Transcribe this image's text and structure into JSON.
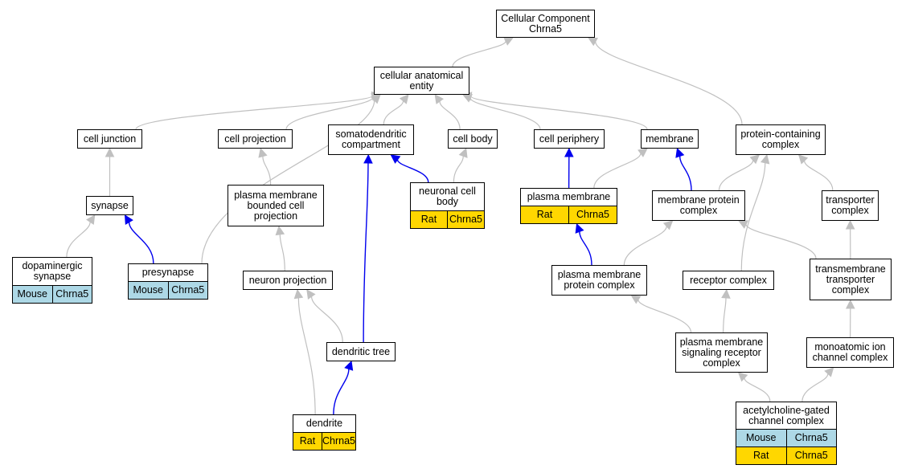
{
  "colors": {
    "node_border": "#000000",
    "edge_gray": "#c0c0c0",
    "edge_blue": "#0000ee",
    "mouse_fill": "#add8e6",
    "rat_fill": "#ffd700"
  },
  "nodes": {
    "root": {
      "label": "Cellular Component\nChrna5"
    },
    "cae": {
      "label": "cellular anatomical\nentity"
    },
    "cell_junction": {
      "label": "cell junction"
    },
    "cell_projection": {
      "label": "cell projection"
    },
    "somatodendritic": {
      "label": "somatodendritic\ncompartment"
    },
    "cell_body": {
      "label": "cell body"
    },
    "cell_periphery": {
      "label": "cell periphery"
    },
    "membrane": {
      "label": "membrane"
    },
    "protein_containing": {
      "label": "protein-containing\ncomplex"
    },
    "synapse": {
      "label": "synapse"
    },
    "pm_bounded": {
      "label": "plasma membrane\nbounded cell\nprojection"
    },
    "neuronal_cell_body": {
      "label": "neuronal cell\nbody",
      "rows": [
        [
          "Rat",
          "Chrna5"
        ]
      ]
    },
    "plasma_membrane": {
      "label": "plasma membrane",
      "rows": [
        [
          "Rat",
          "Chrna5"
        ]
      ]
    },
    "membrane_protein_complex": {
      "label": "membrane protein\ncomplex"
    },
    "transporter_complex": {
      "label": "transporter\ncomplex"
    },
    "dopaminergic": {
      "label": "dopaminergic\nsynapse",
      "rows": [
        [
          "Mouse",
          "Chrna5"
        ]
      ]
    },
    "presynapse": {
      "label": "presynapse",
      "rows": [
        [
          "Mouse",
          "Chrna5"
        ]
      ]
    },
    "neuron_projection": {
      "label": "neuron projection"
    },
    "pm_protein_complex": {
      "label": "plasma membrane\nprotein complex"
    },
    "receptor_complex": {
      "label": "receptor complex"
    },
    "transmembrane_transporter": {
      "label": "transmembrane\ntransporter\ncomplex"
    },
    "dendritic_tree": {
      "label": "dendritic tree"
    },
    "pm_signaling": {
      "label": "plasma membrane\nsignaling receptor\ncomplex"
    },
    "monoatomic": {
      "label": "monoatomic ion\nchannel complex"
    },
    "dendrite": {
      "label": "dendrite",
      "rows": [
        [
          "Rat",
          "Chrna5"
        ]
      ]
    },
    "achr": {
      "label": "acetylcholine-gated\nchannel complex",
      "rows": [
        [
          "Mouse",
          "Chrna5"
        ],
        [
          "Rat",
          "Chrna5"
        ]
      ]
    }
  },
  "edges": [
    {
      "from": "cae",
      "to": "root",
      "color": "gray"
    },
    {
      "from": "protein_containing",
      "to": "root",
      "color": "gray"
    },
    {
      "from": "cell_junction",
      "to": "cae",
      "color": "gray"
    },
    {
      "from": "presynapse",
      "to": "cae",
      "color": "gray"
    },
    {
      "from": "cell_projection",
      "to": "cae",
      "color": "gray"
    },
    {
      "from": "somatodendritic",
      "to": "cae",
      "color": "gray"
    },
    {
      "from": "cell_body",
      "to": "cae",
      "color": "gray"
    },
    {
      "from": "cell_periphery",
      "to": "cae",
      "color": "gray"
    },
    {
      "from": "membrane",
      "to": "cae",
      "color": "gray"
    },
    {
      "from": "synapse",
      "to": "cell_junction",
      "color": "gray"
    },
    {
      "from": "pm_bounded",
      "to": "cell_projection",
      "color": "gray"
    },
    {
      "from": "neuronal_cell_body",
      "to": "somatodendritic",
      "color": "blue"
    },
    {
      "from": "neuronal_cell_body",
      "to": "cell_body",
      "color": "gray"
    },
    {
      "from": "plasma_membrane",
      "to": "cell_periphery",
      "color": "blue"
    },
    {
      "from": "plasma_membrane",
      "to": "membrane",
      "color": "gray"
    },
    {
      "from": "membrane_protein_complex",
      "to": "membrane",
      "color": "blue"
    },
    {
      "from": "membrane_protein_complex",
      "to": "protein_containing",
      "color": "gray"
    },
    {
      "from": "receptor_complex",
      "to": "protein_containing",
      "color": "gray"
    },
    {
      "from": "transporter_complex",
      "to": "protein_containing",
      "color": "gray"
    },
    {
      "from": "dopaminergic",
      "to": "synapse",
      "color": "gray"
    },
    {
      "from": "presynapse",
      "to": "synapse",
      "color": "blue"
    },
    {
      "from": "neuron_projection",
      "to": "pm_bounded",
      "color": "gray"
    },
    {
      "from": "dendritic_tree",
      "to": "somatodendritic",
      "color": "blue"
    },
    {
      "from": "dendritic_tree",
      "to": "neuron_projection",
      "color": "gray"
    },
    {
      "from": "pm_protein_complex",
      "to": "plasma_membrane",
      "color": "blue"
    },
    {
      "from": "pm_protein_complex",
      "to": "membrane_protein_complex",
      "color": "gray"
    },
    {
      "from": "transmembrane_transporter",
      "to": "membrane_protein_complex",
      "color": "gray"
    },
    {
      "from": "transmembrane_transporter",
      "to": "transporter_complex",
      "color": "gray"
    },
    {
      "from": "dendrite",
      "to": "dendritic_tree",
      "color": "blue"
    },
    {
      "from": "dendrite",
      "to": "neuron_projection",
      "color": "gray"
    },
    {
      "from": "pm_signaling",
      "to": "pm_protein_complex",
      "color": "gray"
    },
    {
      "from": "pm_signaling",
      "to": "receptor_complex",
      "color": "gray"
    },
    {
      "from": "monoatomic",
      "to": "transmembrane_transporter",
      "color": "gray"
    },
    {
      "from": "achr",
      "to": "pm_signaling",
      "color": "gray"
    },
    {
      "from": "achr",
      "to": "monoatomic",
      "color": "gray"
    }
  ]
}
